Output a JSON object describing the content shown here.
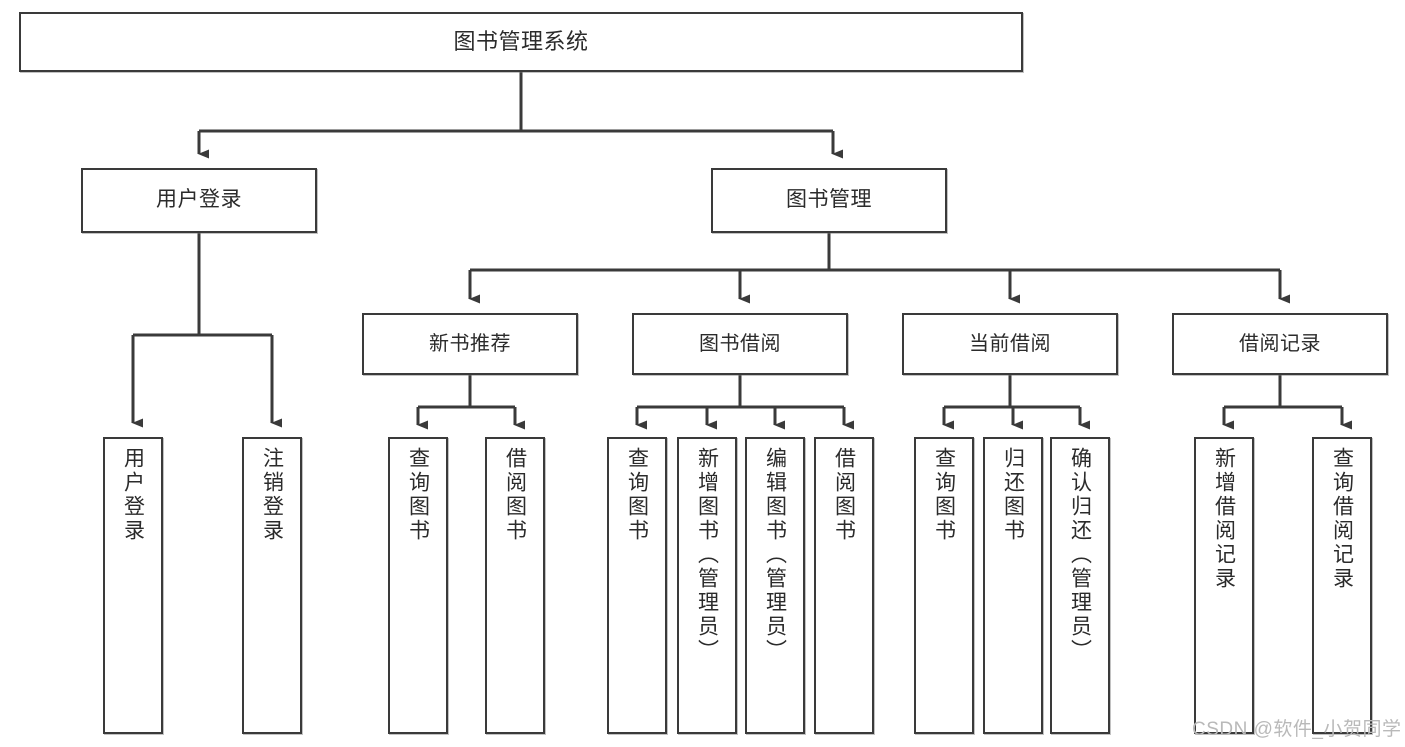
{
  "diagram": {
    "title": "图书管理系统",
    "type": "tree-hierarchy-chart",
    "watermark": "CSDN @软件_小贺同学",
    "line_color": "#3a3a3a",
    "box_fill": "#ffffff",
    "text_color": "#2b2b2b"
  },
  "nodes": {
    "root": {
      "label": "图书管理系统"
    },
    "level1": [
      {
        "label": "用户登录"
      },
      {
        "label": "图书管理"
      }
    ],
    "level2": [
      {
        "label": "新书推荐"
      },
      {
        "label": "图书借阅"
      },
      {
        "label": "当前借阅"
      },
      {
        "label": "借阅记录"
      }
    ],
    "leaves": {
      "user_login": [
        {
          "label": "用户登录"
        },
        {
          "label": "注销登录"
        }
      ],
      "new_book_recommend": [
        {
          "label": "查询图书"
        },
        {
          "label": "借阅图书"
        }
      ],
      "book_borrow": [
        {
          "label": "查询图书"
        },
        {
          "label": "新增图书（管理员）"
        },
        {
          "label": "编辑图书（管理员）"
        },
        {
          "label": "借阅图书"
        }
      ],
      "current_borrow": [
        {
          "label": "查询图书"
        },
        {
          "label": "归还图书"
        },
        {
          "label": "确认归还（管理员）"
        }
      ],
      "borrow_record": [
        {
          "label": "新增借阅记录"
        },
        {
          "label": "查询借阅记录"
        }
      ]
    }
  }
}
